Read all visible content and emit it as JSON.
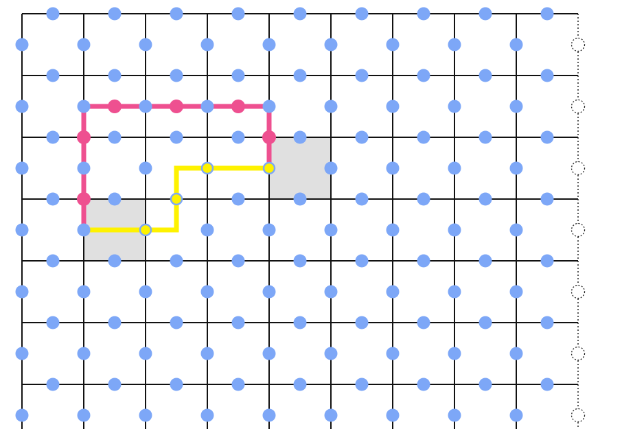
{
  "lattice": {
    "columns": 10,
    "rows": 7,
    "open_boundary_side": "right",
    "extends_beyond": [
      "left",
      "bottom",
      "top"
    ]
  },
  "colors": {
    "grid_line": "#111111",
    "qubit": "#7da7f7",
    "highlight_plaquette": "#e0e0e0",
    "pink_path": "#ee5090",
    "yellow_path": "#fef200",
    "yellow_qubit_outline": "#7da7f7",
    "boundary_dotted": "#222222",
    "background": "#ffffff"
  },
  "highlighted_plaquettes": [
    {
      "col": 1,
      "row": 3
    },
    {
      "col": 4,
      "row": 2
    }
  ],
  "pink_path": {
    "vertices": [
      [
        1,
        3.5
      ],
      [
        1,
        1.5
      ],
      [
        4,
        1.5
      ],
      [
        4,
        2.5
      ]
    ],
    "marked_qubits": [
      [
        1.5,
        1.5
      ],
      [
        2.5,
        1.5
      ],
      [
        3.5,
        1.5
      ],
      [
        1,
        2
      ],
      [
        4,
        2
      ],
      [
        1,
        3
      ]
    ]
  },
  "yellow_path": {
    "vertices": [
      [
        1,
        3.5
      ],
      [
        2.5,
        3.5
      ],
      [
        2.5,
        2.5
      ],
      [
        4,
        2.5
      ]
    ],
    "marked_qubits": [
      [
        2,
        3.5
      ],
      [
        2.5,
        3
      ],
      [
        3,
        2.5
      ],
      [
        4,
        2.5
      ]
    ]
  }
}
